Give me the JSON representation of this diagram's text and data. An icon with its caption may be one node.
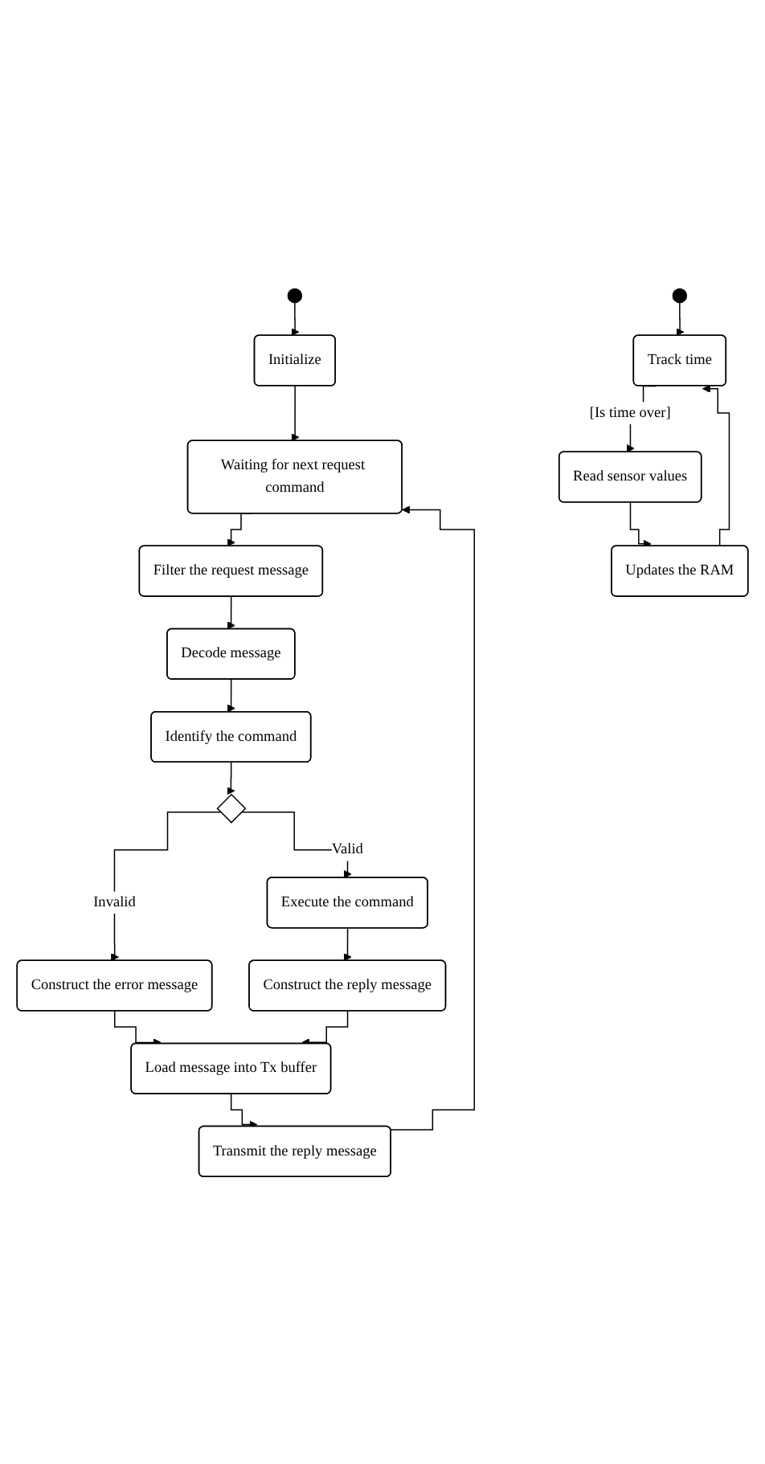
{
  "diagram": {
    "nodes": [
      {
        "text": [],
        "shape": "circle"
      },
      {
        "text": [
          "Initialize"
        ]
      },
      {
        "text": [
          "Waiting for next request command"
        ]
      },
      {
        "text": [
          "Filter the request message"
        ]
      },
      {
        "text": [
          "Decode message"
        ]
      },
      {
        "text": [
          "Identify the command"
        ]
      },
      {
        "text": [],
        "shape": "diamond"
      },
      {
        "text": [
          "Construct the error message"
        ]
      },
      {
        "text": [
          "Execute the command"
        ]
      },
      {
        "text": [
          "Construct the reply message"
        ]
      },
      {
        "text": [
          "Load message into Tx buffer"
        ]
      },
      {
        "text": [
          "Transmit the reply message"
        ]
      },
      {
        "text": [],
        "shape": "circle"
      },
      {
        "text": [
          "Track time"
        ]
      },
      {
        "text": [
          "Read sensor values"
        ]
      },
      {
        "text": [
          "Updates the RAM"
        ]
      }
    ],
    "edges": [
      {
        "from": 0,
        "to": 1,
        "arrow": "to"
      },
      {
        "from": 1,
        "to": 2,
        "arrow": "to"
      },
      {
        "from": 2,
        "to": 3,
        "arrow": "to"
      },
      {
        "from": 3,
        "to": 4,
        "arrow": "to"
      },
      {
        "from": 4,
        "to": 5,
        "arrow": "to"
      },
      {
        "from": 5,
        "to": 6,
        "arrow": "to"
      },
      {
        "from": 6,
        "to": 7,
        "arrow": "to",
        "label": "Invalid"
      },
      {
        "from": 6,
        "to": 8,
        "arrow": "to",
        "label": "Valid"
      },
      {
        "from": 8,
        "to": 9,
        "arrow": "to"
      },
      {
        "from": 7,
        "to": 10,
        "arrow": "to"
      },
      {
        "from": 9,
        "to": 10,
        "arrow": "to"
      },
      {
        "from": 10,
        "to": 11,
        "arrow": "to"
      },
      {
        "from": 11,
        "to": 2,
        "arrow": "to"
      },
      {
        "from": 12,
        "to": 13,
        "arrow": "to"
      },
      {
        "from": 13,
        "to": 14,
        "arrow": "to",
        "label": "[Is time over]"
      },
      {
        "from": 14,
        "to": 15,
        "arrow": "to"
      },
      {
        "from": 15,
        "to": 13,
        "arrow": "to"
      }
    ]
  }
}
